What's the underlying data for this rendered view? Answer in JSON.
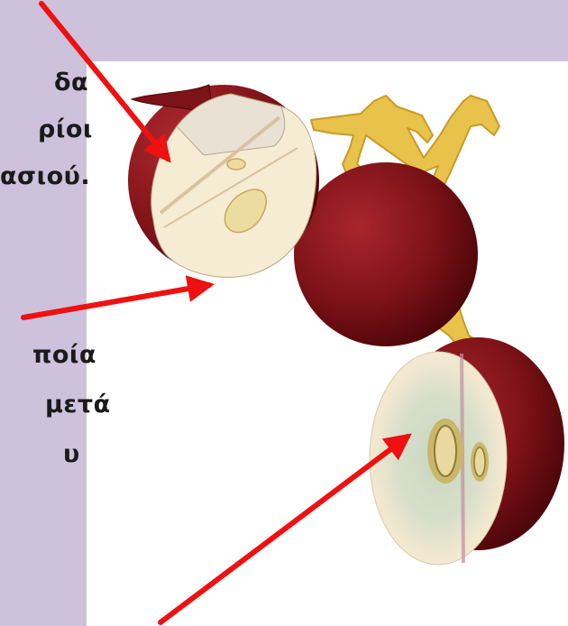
{
  "colors": {
    "panel": "#cdc1dc",
    "arrow": "#ee1111",
    "text": "#1a1a1a",
    "grape_dark": "#6e0d12",
    "grape_mid": "#8f1a1f",
    "stem": "#e8c24a",
    "flesh": "#f4ead2",
    "seed": "#eddca0"
  },
  "text_block_1": {
    "line_1": "δα",
    "line_2": "ρίοι",
    "line_3": "ασιού."
  },
  "text_block_2": {
    "line_1": "ποία",
    "line_2": "μετά",
    "line_3": "υ"
  },
  "icons": {
    "arrow_1": "red-arrow-icon",
    "arrow_2": "red-arrow-icon",
    "arrow_3": "red-arrow-icon",
    "grape_cluster": "grape-cross-section-illustration"
  }
}
